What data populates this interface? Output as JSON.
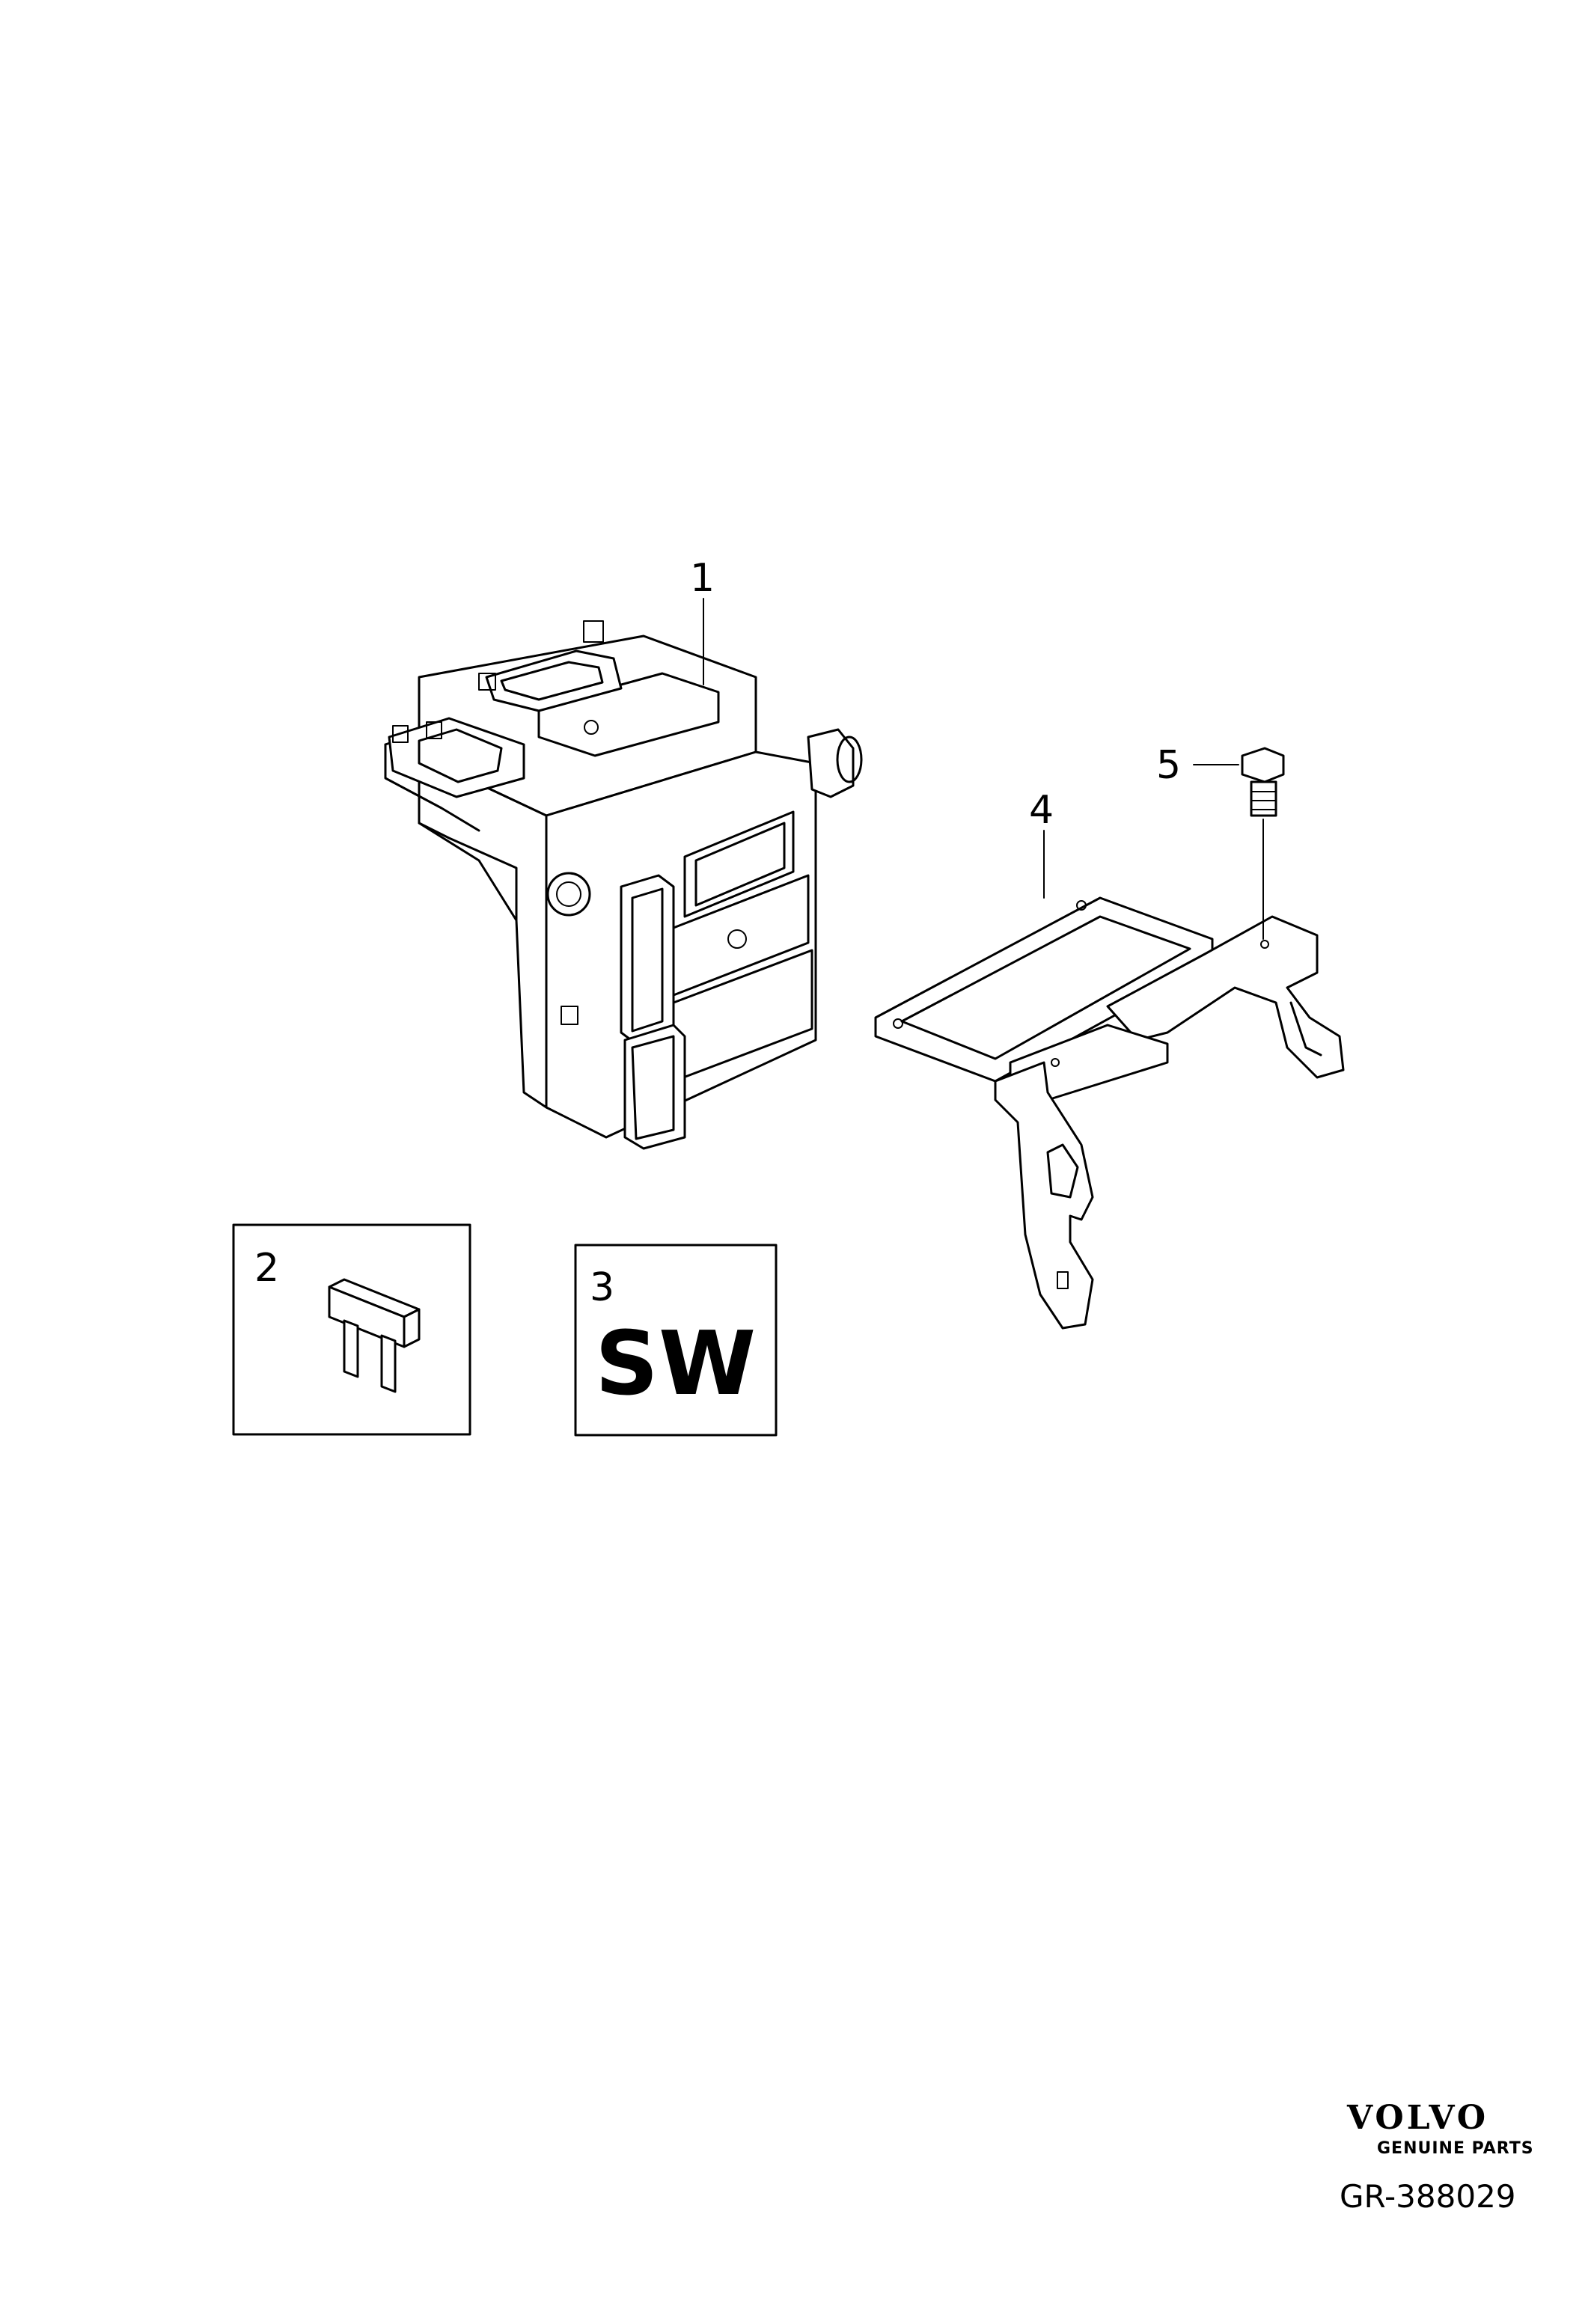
{
  "callouts": {
    "part1": "1",
    "part2": "2",
    "part3": "3",
    "part4": "4",
    "part5": "5"
  },
  "part3_box_label": "SW",
  "logo": {
    "brand": "VOLVO",
    "subtitle": "GENUINE PARTS"
  },
  "reference": "GR-388029"
}
